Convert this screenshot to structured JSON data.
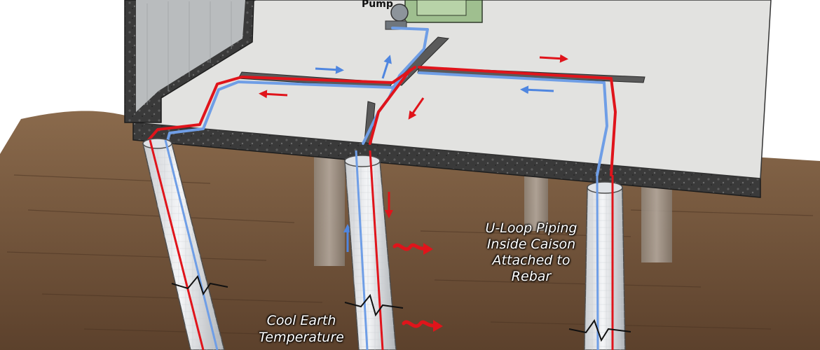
{
  "labels": {
    "pump": "Pump",
    "uloop": [
      "U-Loop Piping",
      "Inside Caison",
      "Attached to",
      "Rebar"
    ],
    "cool_earth": [
      "Cool Earth",
      "Temperature"
    ]
  },
  "colors": {
    "hot_pipe": "#e0141b",
    "cold_pipe": "#6f9ee6",
    "concrete_slab": "#3c3c3c",
    "floor": "#e2e2e0",
    "earth": "#7a5a3f",
    "wall": "#b9bcbe",
    "pump_body": "#9fbf8f"
  },
  "icons": [
    "heat-wave-icon",
    "flow-arrow-icon",
    "pump-icon"
  ]
}
